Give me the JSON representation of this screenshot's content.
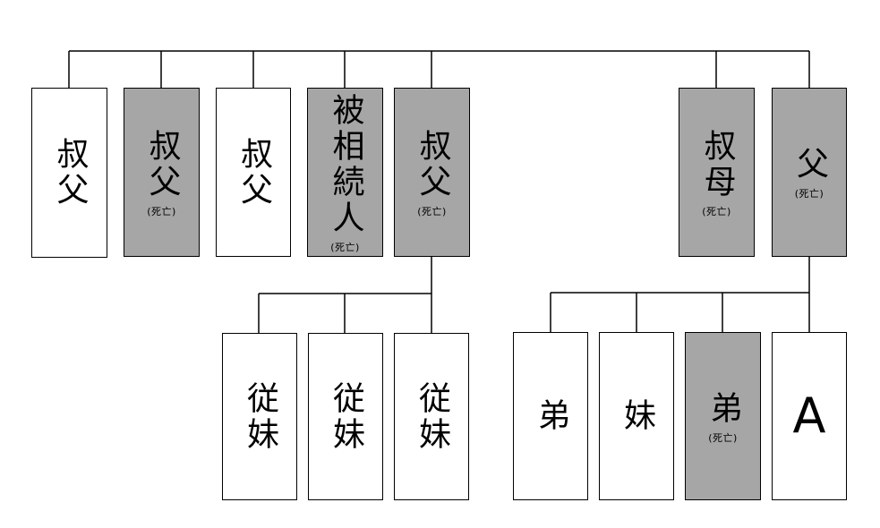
{
  "deceased_note": "(死亡)",
  "persons": {
    "p1": {
      "label": "叔父",
      "deceased": false
    },
    "p2": {
      "label": "叔父",
      "deceased": true
    },
    "p3": {
      "label": "叔父",
      "deceased": false
    },
    "p4": {
      "label": "被相続人",
      "deceased": true
    },
    "p5": {
      "label": "叔父",
      "deceased": true
    },
    "p6": {
      "label": "叔母",
      "deceased": true
    },
    "p7": {
      "label": "父",
      "deceased": true
    },
    "c1": {
      "label": "従妹",
      "deceased": false
    },
    "c2": {
      "label": "従妹",
      "deceased": false
    },
    "c3": {
      "label": "従妹",
      "deceased": false
    },
    "s1": {
      "label": "弟",
      "deceased": false
    },
    "s2": {
      "label": "妹",
      "deceased": false
    },
    "s3": {
      "label": "弟",
      "deceased": true
    },
    "s4": {
      "label": "A",
      "deceased": false
    }
  },
  "colors": {
    "deceased_fill": "#a6a6a6",
    "alive_fill": "#ffffff",
    "line": "#000000"
  }
}
